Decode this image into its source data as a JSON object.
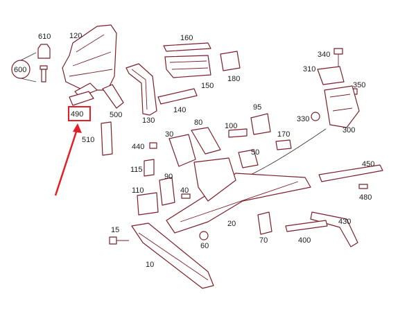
{
  "diagram": {
    "highlight_color": "#e31e24",
    "part_color": "#7a1f2b",
    "highlighted_part": "490",
    "callouts": {
      "c610": "610",
      "c120": "120",
      "c160": "160",
      "c600": "600",
      "c340": "340",
      "c310": "310",
      "c180": "180",
      "c150": "150",
      "c350": "350",
      "c490": "490",
      "c500": "500",
      "c140": "140",
      "c130": "130",
      "c95": "95",
      "c330": "330",
      "c300": "300",
      "c80": "80",
      "c30": "30",
      "c100": "100",
      "c170": "170",
      "c510": "510",
      "c440": "440",
      "c50": "50",
      "c450": "450",
      "c115": "115",
      "c90": "90",
      "c40": "40",
      "c480": "480",
      "c110": "110",
      "c430": "430",
      "c20": "20",
      "c15": "15",
      "c60": "60",
      "c70": "70",
      "c400": "400",
      "c10": "10"
    }
  }
}
